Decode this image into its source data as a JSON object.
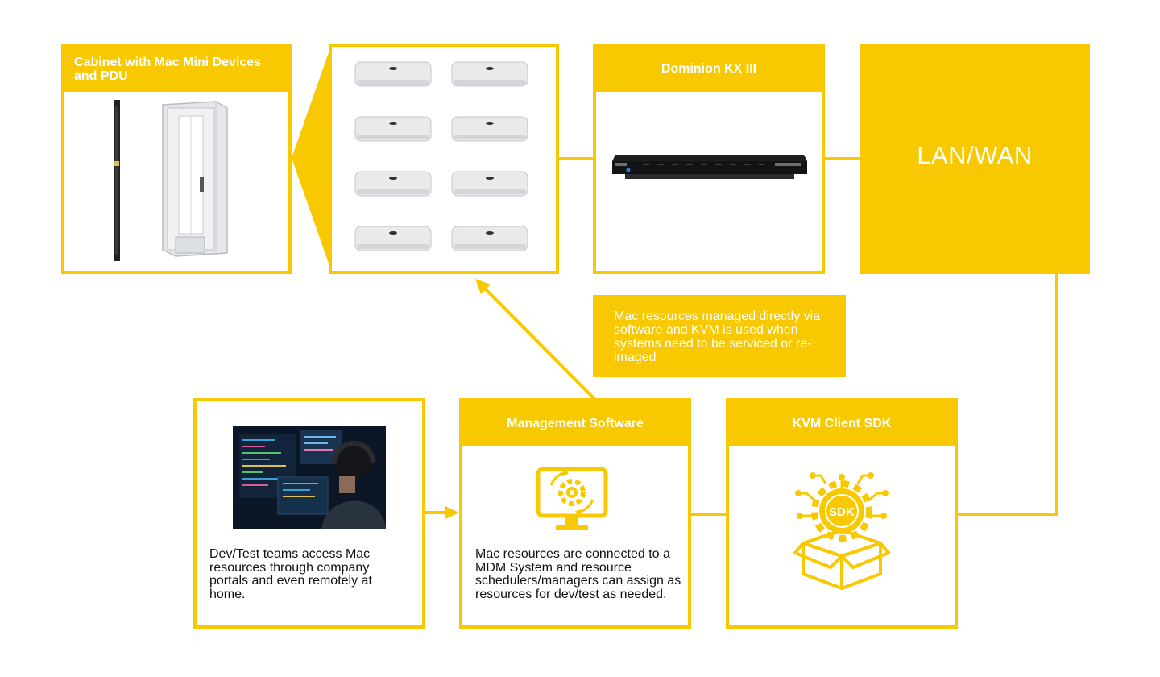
{
  "cabinet": {
    "title": "Cabinet with Mac Mini Devices and PDU"
  },
  "dominion": {
    "title": "Dominion KX III"
  },
  "lanwan": {
    "label": "LAN/WAN"
  },
  "note": {
    "text": "Mac resources managed directly via software and KVM is used when systems need to be serviced or re-imaged"
  },
  "devtest": {
    "text": "Dev/Test teams access Mac resources through company portals and even remotely at home."
  },
  "management": {
    "title": "Management Software",
    "text": "Mac resources are connected to a MDM System and resource schedulers/managers can assign as resources for dev/test as needed."
  },
  "kvm_sdk": {
    "title": "KVM Client SDK",
    "icon_label": "SDK"
  },
  "colors": {
    "accent": "#f8c900",
    "text": "#111111",
    "white": "#ffffff"
  }
}
